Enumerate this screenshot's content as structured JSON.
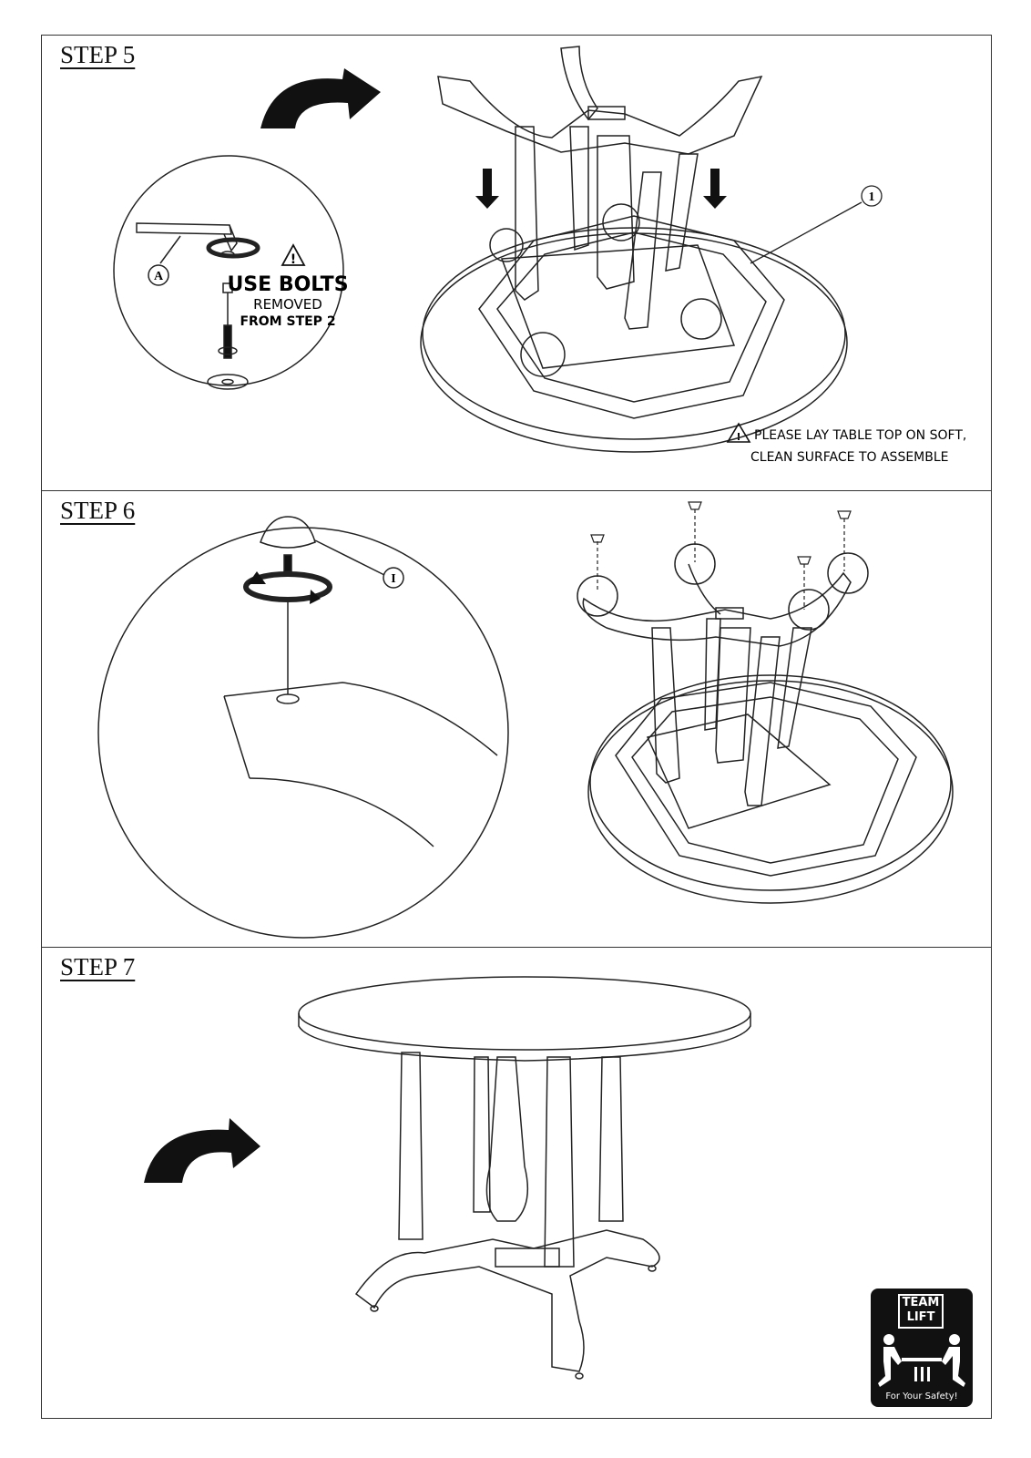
{
  "steps": {
    "step5": {
      "title": "STEP 5",
      "callout_top": "USE BOLTS",
      "callout_mid": "REMOVED",
      "callout_bottom": "FROM STEP 2",
      "part_label": "A",
      "table_label": "1",
      "note_line1": "PLEASE LAY TABLE TOP ON SOFT,",
      "note_line2": "CLEAN SURFACE TO ASSEMBLE"
    },
    "step6": {
      "title": "STEP 6",
      "part_label": "I"
    },
    "step7": {
      "title": "STEP 7",
      "badge_line1": "TEAM",
      "badge_line2": "LIFT",
      "badge_footer": "For Your Safety!"
    }
  },
  "icons": [
    "rotate-arrow-icon",
    "warning-icon",
    "hex-key-icon",
    "bolt-icon",
    "down-arrow-icon",
    "team-lift-icon"
  ],
  "colors": {
    "line": "#222222",
    "fill_dark": "#111111",
    "background": "#ffffff"
  }
}
